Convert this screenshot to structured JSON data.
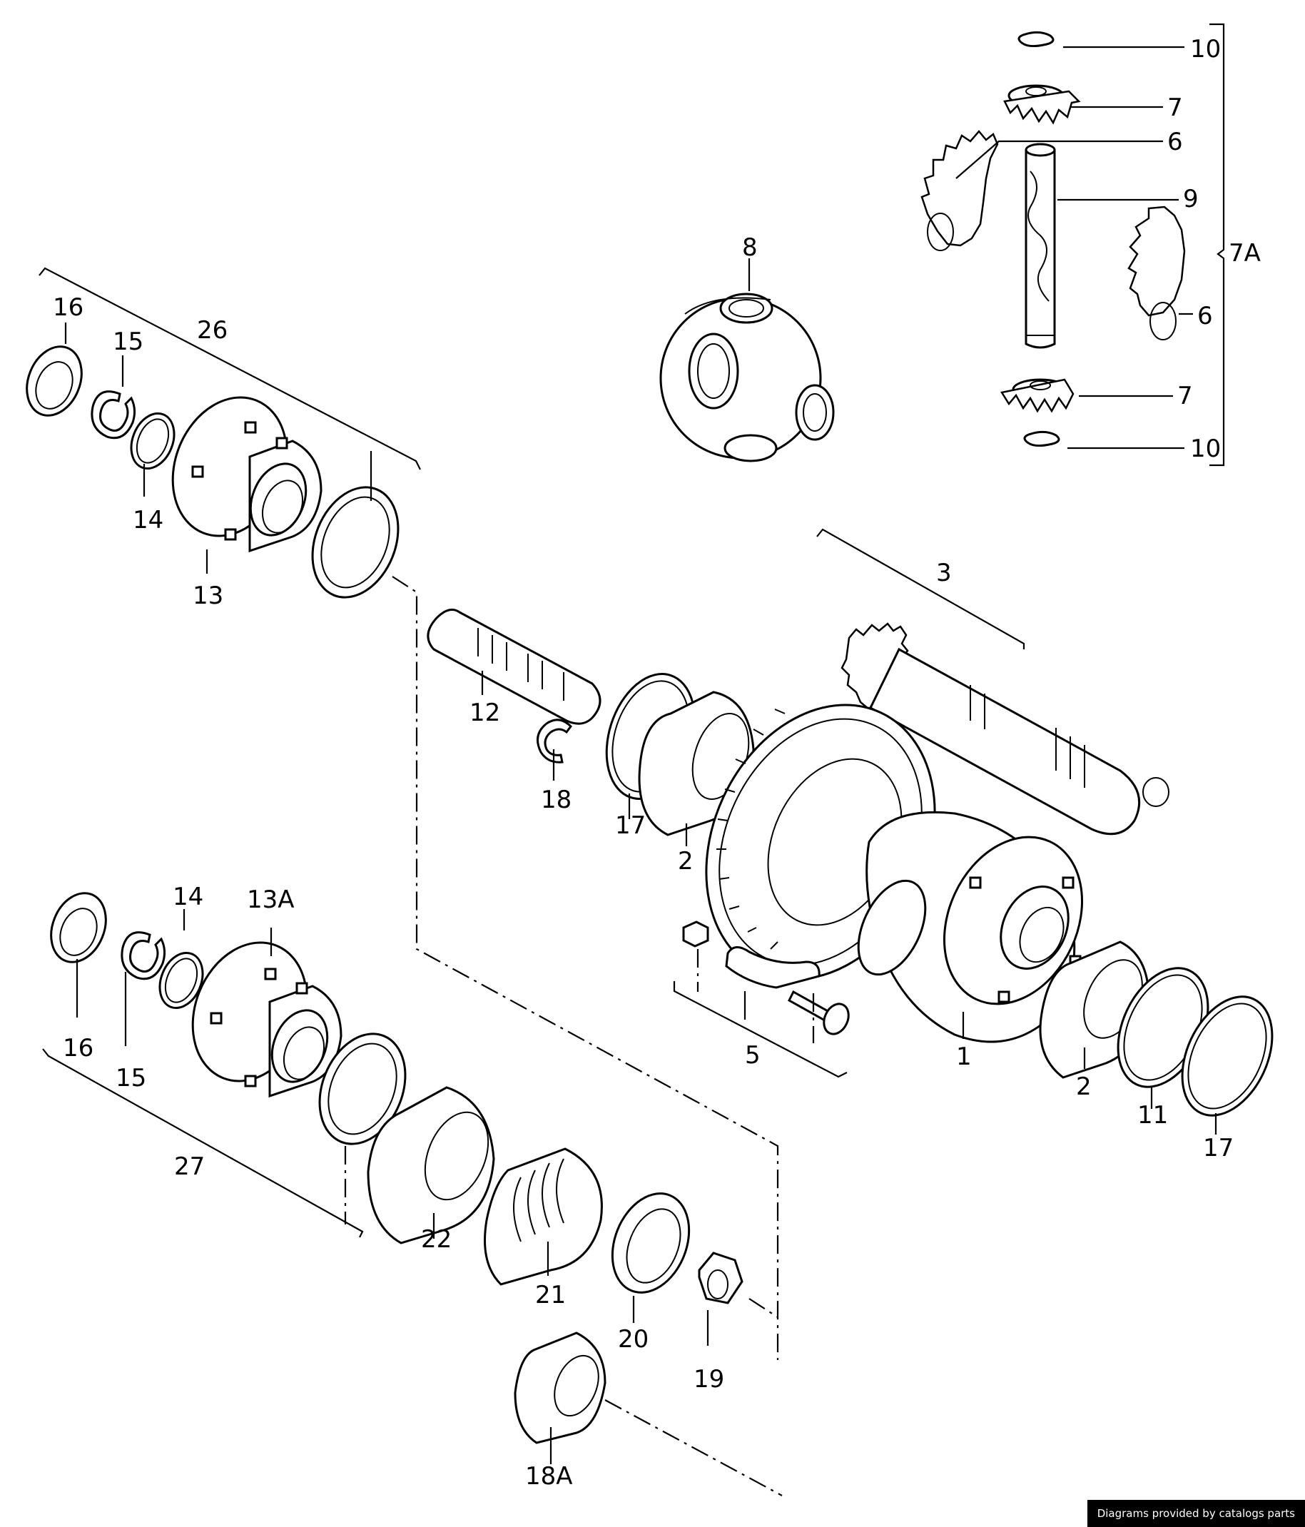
{
  "labels": {
    "l10a": "10",
    "l7a": "7",
    "l6a": "6",
    "l9": "9",
    "l7A": "7A",
    "l6b": "6",
    "l7b": "7",
    "l10b": "10",
    "l8": "8",
    "l16a": "16",
    "l15a": "15",
    "l26": "26",
    "l14a": "14",
    "l13": "13",
    "l3": "3",
    "l12": "12",
    "l18": "18",
    "l17a": "17",
    "l2a": "2",
    "l14b": "14",
    "l13A": "13A",
    "l16b": "16",
    "l15b": "15",
    "l5": "5",
    "l1": "1",
    "l2b": "2",
    "l11": "11",
    "l17b": "17",
    "l27": "27",
    "l22": "22",
    "l21": "21",
    "l20": "20",
    "l19": "19",
    "l18A": "18A"
  },
  "footer": {
    "credit": "Diagrams provided by catalogs parts"
  }
}
